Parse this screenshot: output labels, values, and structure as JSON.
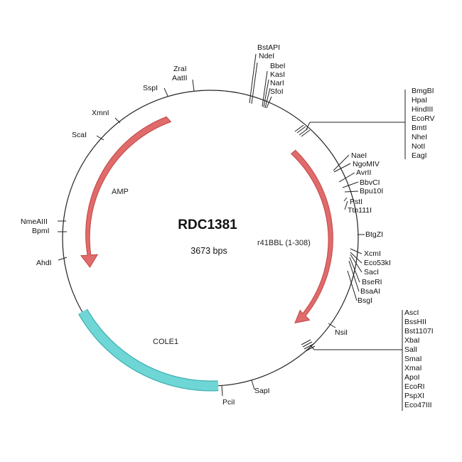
{
  "plasmid": {
    "name": "RDC1381",
    "size_label": "3673 bps"
  },
  "features": {
    "amp": "AMP",
    "r41bbl": "r41BBL (1-308)",
    "cole1": "COLE1"
  },
  "colors": {
    "arrow_fill": "#e06b6b",
    "arrow_stroke": "#c24545",
    "origin_fill": "#6fd6d6",
    "origin_stroke": "#3fb0b0",
    "backbone": "#222222"
  },
  "sites": {
    "top_stack": [
      "BstAPI",
      "NdeI",
      "BbeI",
      "KasI",
      "NarI",
      "SfoI"
    ],
    "zrai": "ZraI",
    "aatii": "AatII",
    "sspi": "SspI",
    "xmni": "XmnI",
    "scai": "ScaI",
    "nmeaiii": "NmeAIII",
    "bpmi": "BpmI",
    "ahdi": "AhdI",
    "pcii": "PciI",
    "sapi": "SapI",
    "nsii": "NsiI",
    "btgzi": "BtgZI",
    "right_upper": [
      "NaeI",
      "NgoMIV",
      "AvrII",
      "BbvCI",
      "Bpu10I",
      "PstI",
      "Tth111I"
    ],
    "right_lower": [
      "XcmI",
      "Eco53kI",
      "SacI",
      "BseRI",
      "BsaAI",
      "BsgI"
    ],
    "mcs1": [
      "BmgBI",
      "HpaI",
      "HindIII",
      "EcoRV",
      "BmtI",
      "NheI",
      "NotI",
      "EagI"
    ],
    "mcs2": [
      "AscI",
      "BssHII",
      "Bst1107I",
      "XbaI",
      "SalI",
      "SmaI",
      "XmaI",
      "ApoI",
      "EcoRI",
      "PspXI",
      "Eco47III"
    ]
  }
}
